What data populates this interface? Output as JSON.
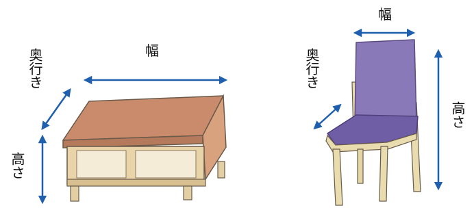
{
  "colors": {
    "arrow": "#1f5fae",
    "desk_top": "#c98b6b",
    "desk_front": "#d9a27f",
    "desk_wood": "#e9d3a8",
    "desk_inner": "#f4ecd6",
    "chair_fabric": "#8a79b8",
    "chair_fabric_dark": "#6f5ea5",
    "chair_wood": "#e9ddb0",
    "outline": "#6a5a4a"
  },
  "desk": {
    "width_label": "幅",
    "depth_label": "奥行き",
    "height_label": "高さ"
  },
  "chair": {
    "width_label": "幅",
    "depth_label": "奥行き",
    "height_label": "高さ"
  }
}
